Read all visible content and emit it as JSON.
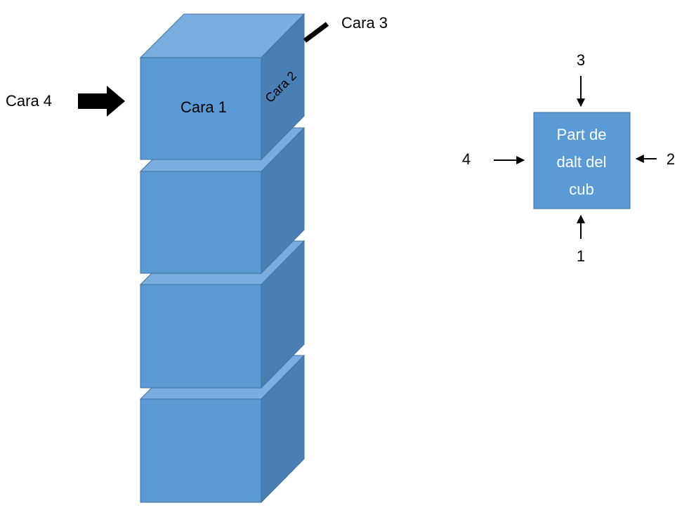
{
  "colors": {
    "front": "#5b9bd5",
    "top": "#7aade0",
    "side": "#4a7fb5",
    "edge": "#41719c",
    "arrow": "#000000",
    "label": "#000000",
    "box_text": "#ffffff"
  },
  "stack": {
    "face_labels": {
      "front": "Cara 1",
      "side": "Cara 2",
      "back": "Cara 3",
      "left": "Cara 4"
    },
    "block_count": 4
  },
  "top_view": {
    "box_lines": [
      "Part de",
      "dalt del",
      "cub"
    ],
    "labels": {
      "top": "3",
      "right": "2",
      "bottom": "1",
      "left": "4"
    }
  }
}
